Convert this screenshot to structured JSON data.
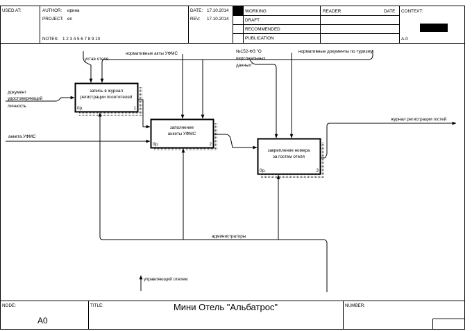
{
  "header": {
    "used_at_label": "USED AT:",
    "author_label": "AUTHOR:",
    "author_value": "ирина",
    "project_label": "PROJECT:",
    "project_value": "en",
    "notes_label": "NOTES:",
    "notes_numbers": "1 2 3 4 5 6 7 8 9 10",
    "date_label": "DATE:",
    "date_value": "17.10.2014",
    "rev_label": "REV:",
    "rev_value": "17.10.2014",
    "status_working": "WORKING",
    "status_draft": "DRAFT",
    "status_recommended": "RECOMMENDED",
    "status_publication": "PUBLICATION",
    "reader_label": "READER",
    "reader_date_label": "DATE",
    "context_label": "CONTEXT:",
    "context_node": "A-0"
  },
  "diagram": {
    "boxes": [
      {
        "line1": "запись в журнал",
        "line2": "регистрации посетителей",
        "cost": "0р.",
        "num": "1"
      },
      {
        "line1": "заполнение",
        "line2": "анкеты УФМС",
        "cost": "0р.",
        "num": "2"
      },
      {
        "line1": "закрепление номера",
        "line2": "за гостем отеля",
        "cost": "0р.",
        "num": "3"
      }
    ],
    "inputs": {
      "doc_line1": "документ",
      "doc_line2": "удостоверяющий",
      "doc_line3": "личность",
      "anketa": "анкета УФМС"
    },
    "controls": {
      "ustav": "устав отеля",
      "ufms_acts": "нормативные акты УФМС",
      "fz_line1": "№152-ФЗ \"О",
      "fz_line2": "персональных",
      "fz_line3": "данных\"",
      "tourism_docs": "нормативные документы по туризму"
    },
    "outputs": {
      "journal": "журнал регистрации гостей"
    },
    "mechanisms": {
      "admins": "администраторы",
      "manager": "управляющий отелем"
    }
  },
  "footer": {
    "node_label": "NODE:",
    "node_value": "A0",
    "title_label": "TITLE:",
    "title_value": "Мини Отель \"Альбатрос\"",
    "number_label": "NUMBER:"
  }
}
